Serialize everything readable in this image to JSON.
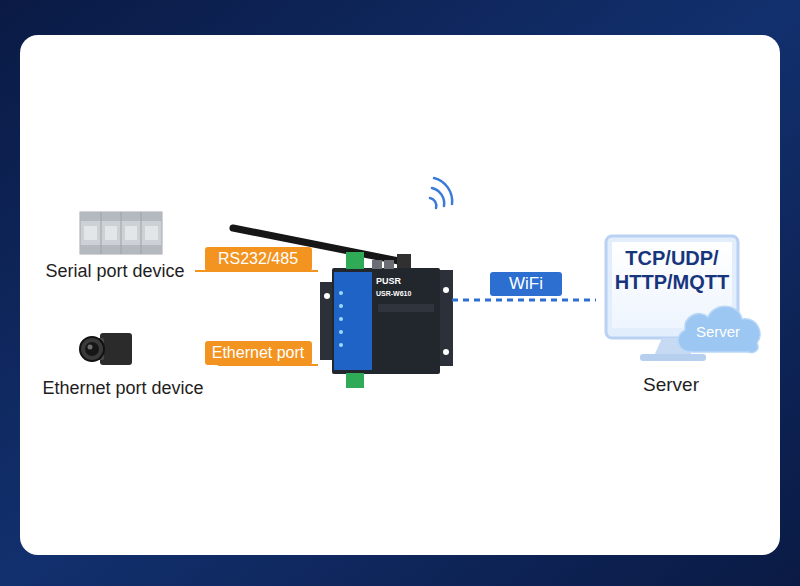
{
  "diagram": {
    "nodes": [
      {
        "text": [
          "Serial port device"
        ]
      },
      {
        "text": [
          "Ethernet port device"
        ]
      },
      {
        "text": [
          "PUSR",
          "USR-W610"
        ]
      },
      {
        "text": [
          "TCP/UDP/ HTTP/MQTT",
          "Server"
        ]
      },
      {
        "text": [
          "Server"
        ],
        "in": 3
      }
    ],
    "edges": [
      {
        "from": 0,
        "to": 2,
        "label": "RS232/485",
        "arrow": "none"
      },
      {
        "from": 1,
        "to": 2,
        "label": "Ethernet port",
        "arrow": "none"
      },
      {
        "from": 2,
        "to": 3,
        "label": "WiFi",
        "arrow": "none"
      }
    ]
  }
}
